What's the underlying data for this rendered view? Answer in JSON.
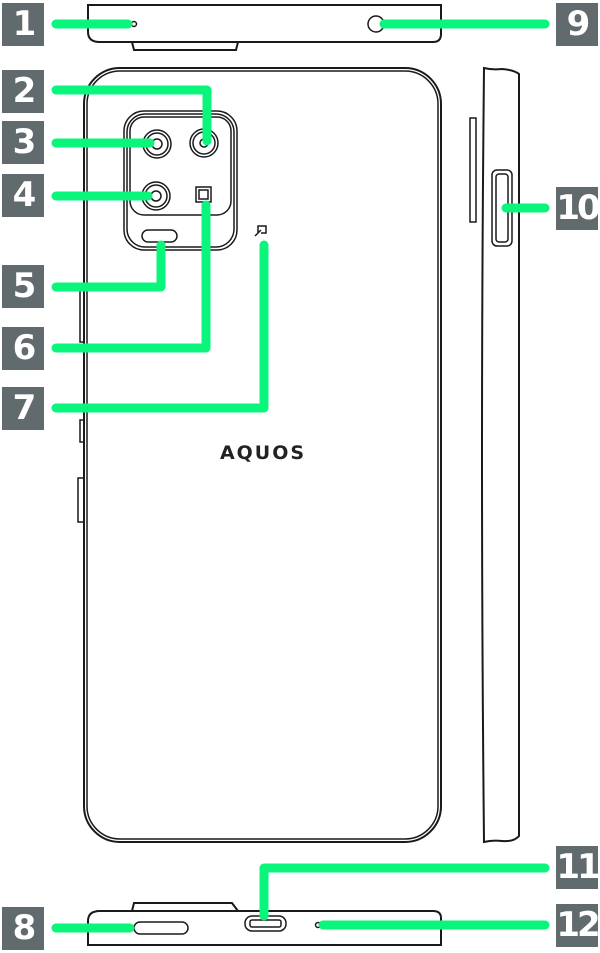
{
  "diagram": {
    "brand_logo": "AQUOS",
    "callouts": [
      "1",
      "2",
      "3",
      "4",
      "5",
      "6",
      "7",
      "8",
      "9",
      "10",
      "11",
      "12"
    ],
    "colors": {
      "leader_line": "#0af57c",
      "label_bg": "#616a6d",
      "outline": "#1a1a1a"
    }
  }
}
